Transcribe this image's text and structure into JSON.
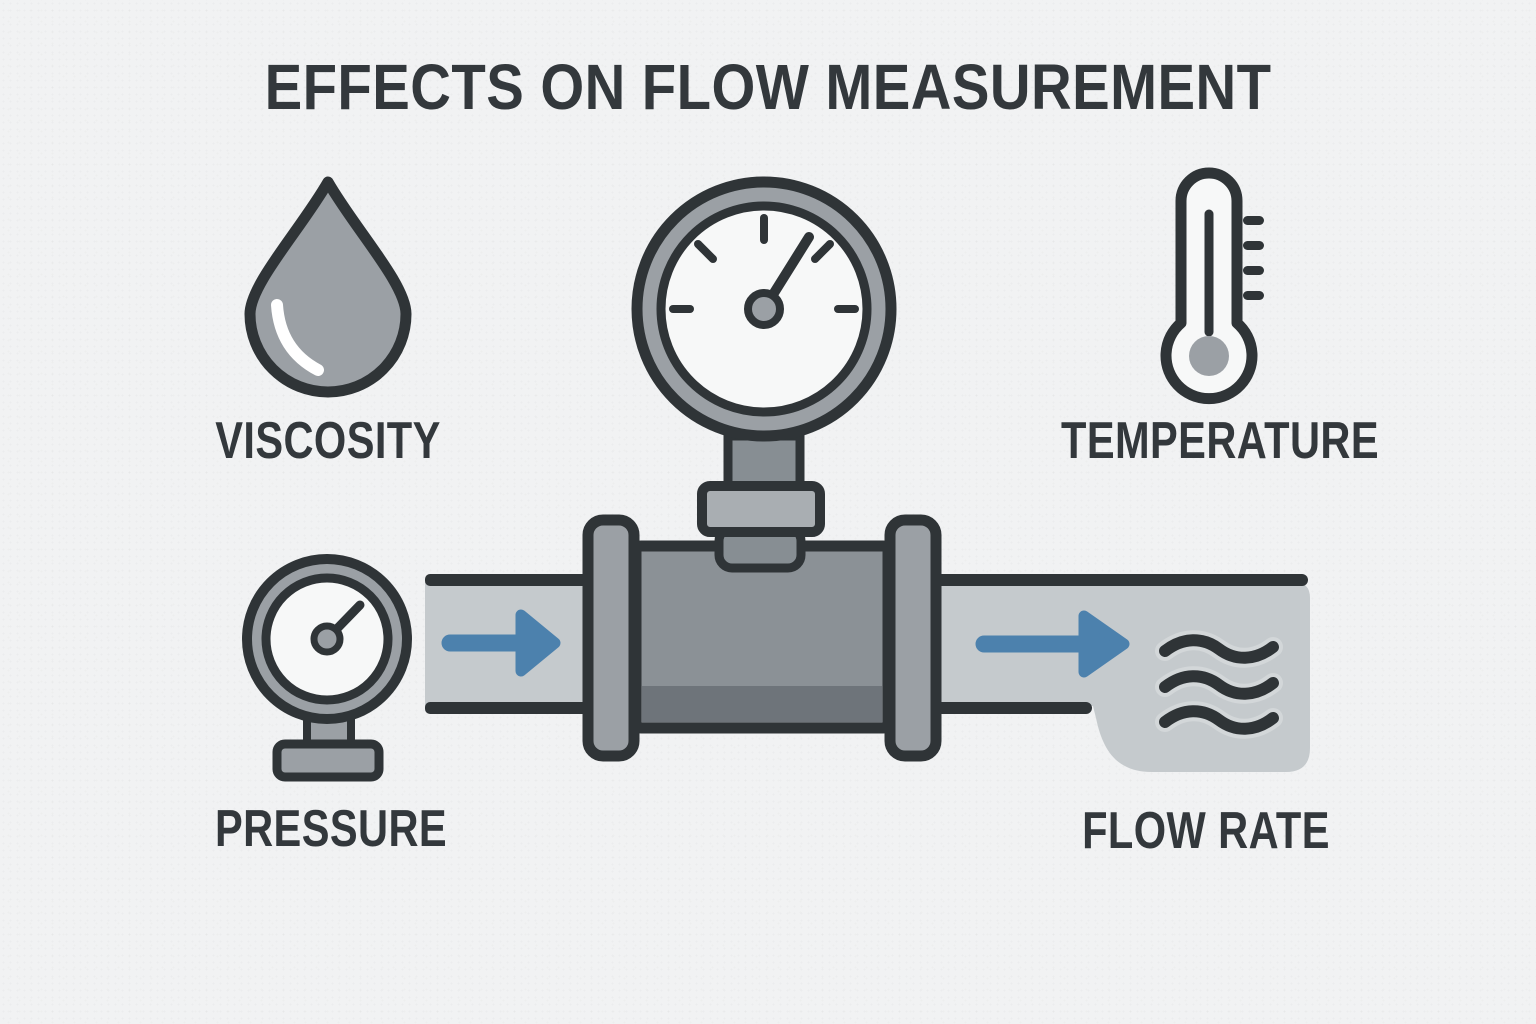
{
  "title": "EFFECTS ON FLOW MEASUREMENT",
  "labels": {
    "viscosity": "VISCOSITY",
    "temperature": "TEMPERATURE",
    "pressure": "PRESSURE",
    "flow_rate": "FLOW RATE"
  },
  "icons": {
    "viscosity": "water-droplet-icon",
    "temperature": "thermometer-icon",
    "pressure": "pressure-gauge-icon",
    "flow_meter": "flow-meter-gauge-icon",
    "pipe": "pipe-with-flanges",
    "flow_direction": "blue-flow-arrow-icon",
    "turbulence": "wavy-flow-lines-icon"
  },
  "colors": {
    "background": "#f1f2f3",
    "outline": "#2f3437",
    "icon_gray": "#9ba0a5",
    "gauge_face": "#f7f8f8",
    "pipe_gray": "#c5cacd",
    "meter_body": "#8b9196",
    "meter_body_shadow": "#6e747a",
    "connector_gray": "#878e93",
    "flange_light": "#a9aeb2",
    "arrow_blue": "#4c81ad",
    "label_text": "#33383c",
    "highlight_white": "#ffffff"
  }
}
